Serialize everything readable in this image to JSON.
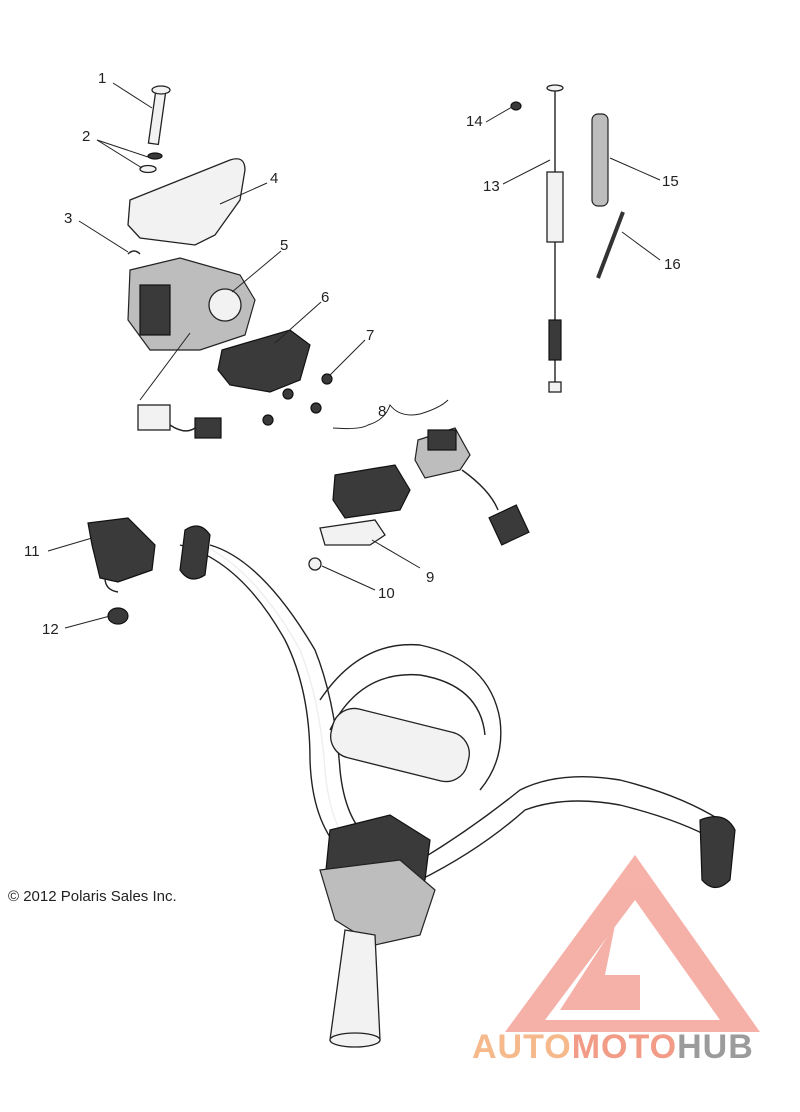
{
  "callouts": [
    {
      "id": "1",
      "label": "1"
    },
    {
      "id": "2",
      "label": "2"
    },
    {
      "id": "3",
      "label": "3"
    },
    {
      "id": "4",
      "label": "4"
    },
    {
      "id": "5",
      "label": "5"
    },
    {
      "id": "6",
      "label": "6"
    },
    {
      "id": "7",
      "label": "7"
    },
    {
      "id": "8",
      "label": "8"
    },
    {
      "id": "9",
      "label": "9"
    },
    {
      "id": "10",
      "label": "10"
    },
    {
      "id": "11",
      "label": "11"
    },
    {
      "id": "12",
      "label": "12"
    },
    {
      "id": "13",
      "label": "13"
    },
    {
      "id": "14",
      "label": "14"
    },
    {
      "id": "15",
      "label": "15"
    },
    {
      "id": "16",
      "label": "16"
    }
  ],
  "copyright": "© 2012 Polaris Sales Inc.",
  "watermark": {
    "part1": "AUTO",
    "part2": "MOTO",
    "part3": "HUB",
    "colors": {
      "auto": "#f6b98c",
      "moto": "#f29b86",
      "hub": "#9b9b9b",
      "triangle": "#f4a39a"
    }
  }
}
